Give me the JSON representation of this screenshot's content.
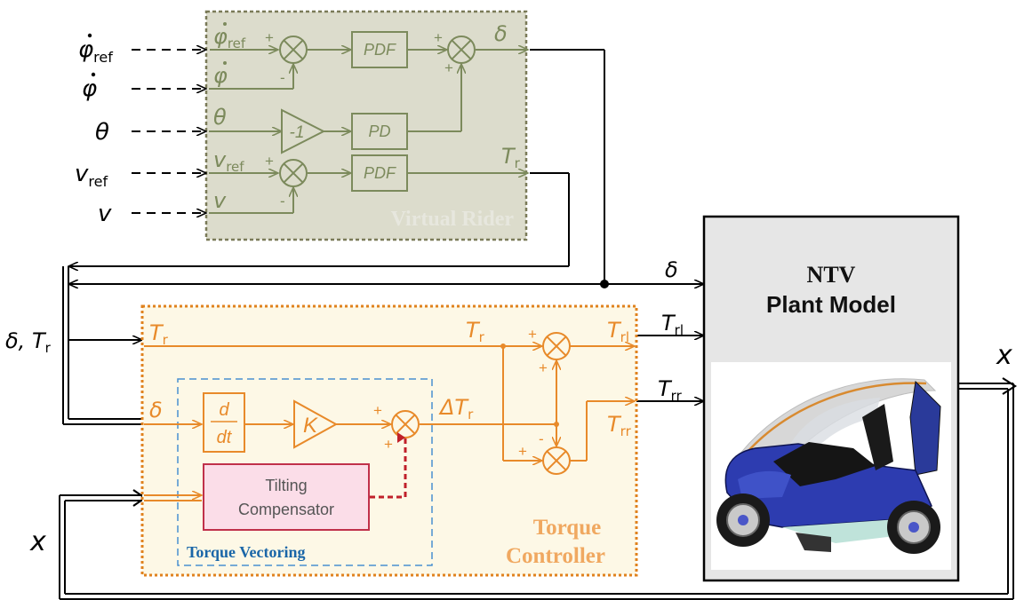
{
  "colors": {
    "rider_stroke": "#7c8a5c",
    "rider_fill": "#dcdccc",
    "rider_border": "#7a7a58",
    "torque_stroke": "#e88a2a",
    "torque_fill": "#fdf8e6",
    "torque_border": "#e0821e",
    "tv_border": "#4a8fd0",
    "tv_title": "#1a66a8",
    "comp_fill": "#fbdde8",
    "comp_border": "#c0304a",
    "dashed_red": "#c0202a",
    "plant_fill": "#e6e6e6",
    "black": "#000000"
  },
  "external_inputs": {
    "phi_dot_ref": {
      "symbol": "φ",
      "sub": "ref"
    },
    "phi_dot": {
      "symbol": "φ"
    },
    "theta": {
      "symbol": "θ"
    },
    "v_ref": {
      "symbol": "v",
      "sub": "ref"
    },
    "v": {
      "symbol": "v"
    }
  },
  "virtual_rider": {
    "title": "Virtual Rider",
    "in_phi_ref": {
      "symbol": "φ",
      "sub": "ref"
    },
    "in_phi": {
      "symbol": "φ"
    },
    "in_theta": {
      "symbol": "θ"
    },
    "in_vref": {
      "symbol": "v",
      "sub": "ref"
    },
    "in_v": {
      "symbol": "v"
    },
    "gain": "-1",
    "blocks": [
      "PDF",
      "PD",
      "PDF"
    ],
    "out_delta": "δ",
    "out_tr": {
      "symbol": "T",
      "sub": "r"
    },
    "signs": {
      "plus": "+",
      "minus": "-"
    }
  },
  "bus": {
    "delta_label": "δ",
    "delta_tr_label": {
      "prefix": "δ, ",
      "symbol": "T",
      "sub": "r"
    },
    "x_left": "x",
    "x_right": "x"
  },
  "torque_controller": {
    "title_line1": "Torque",
    "title_line2": "Controller",
    "in_tr": {
      "symbol": "T",
      "sub": "r"
    },
    "in_delta": "δ",
    "tr_mid": {
      "symbol": "T",
      "sub": "r"
    },
    "delta_tr": {
      "symbol": "ΔT",
      "sub": "r"
    },
    "trl_inside": {
      "symbol": "T",
      "sub": "rl"
    },
    "trr_inside": {
      "symbol": "T",
      "sub": "rr"
    },
    "signs": {
      "plus": "+",
      "minus": "-"
    }
  },
  "torque_vectoring": {
    "title": "Torque Vectoring",
    "deriv_num": "d",
    "deriv_den": "dt",
    "gain": "K",
    "compensator_line1": "Tilting",
    "compensator_line2": "Compensator"
  },
  "outputs": {
    "trl": {
      "symbol": "T",
      "sub": "rl"
    },
    "trr": {
      "symbol": "T",
      "sub": "rr"
    }
  },
  "plant": {
    "line1": "NTV",
    "line2": "Plant Model",
    "image": "three-wheeled tilting vehicle"
  }
}
